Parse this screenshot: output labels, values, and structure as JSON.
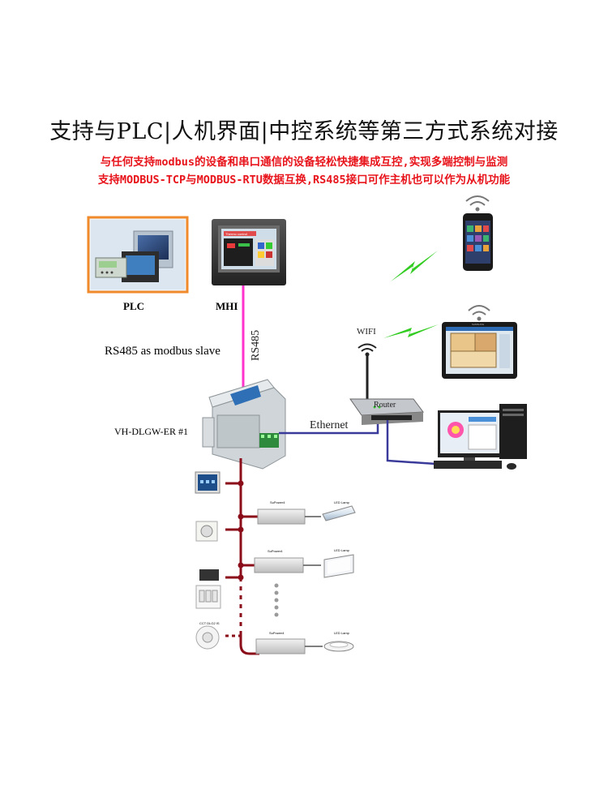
{
  "header": {
    "title": "支持与PLC|人机界面|中控系统等第三方式系统对接",
    "line1": "与任何支持modbus的设备和串口通信的设备轻松快捷集成互控,实现多端控制与监测",
    "line2": "支持MODBUS-TCP与MODBUS-RTU数据互换,RS485接口可作主机也可以作为从机功能"
  },
  "labels": {
    "plc": "PLC",
    "hmi": "MHI",
    "rs485_vertical": "RS485",
    "rs485_slave": "RS485 as modbus slave",
    "gateway": "VH-DLGW-ER #1",
    "ethernet": "Ethernet",
    "wifi": "WIFI",
    "router": "Router",
    "hmi_screen_title": "Thermo control",
    "tablet_brand": "SAMSUNG"
  },
  "bus_devices": [
    {
      "driver": "SuPower4",
      "lamp": "LED Lamp"
    },
    {
      "driver": "SuPower4",
      "lamp": "LED Lamp"
    },
    {
      "driver": "SuPower4",
      "lamp": "LED Lamp"
    }
  ],
  "sensor_label": "CCT DLG2 IS",
  "colors": {
    "title_red": "#e8141b",
    "rs485_line": "#ff33cc",
    "ethernet_line": "#3a3a9a",
    "bus_line": "#8b0d1a",
    "plc_border": "#f08a2a",
    "signal_green": "#33cc22"
  }
}
